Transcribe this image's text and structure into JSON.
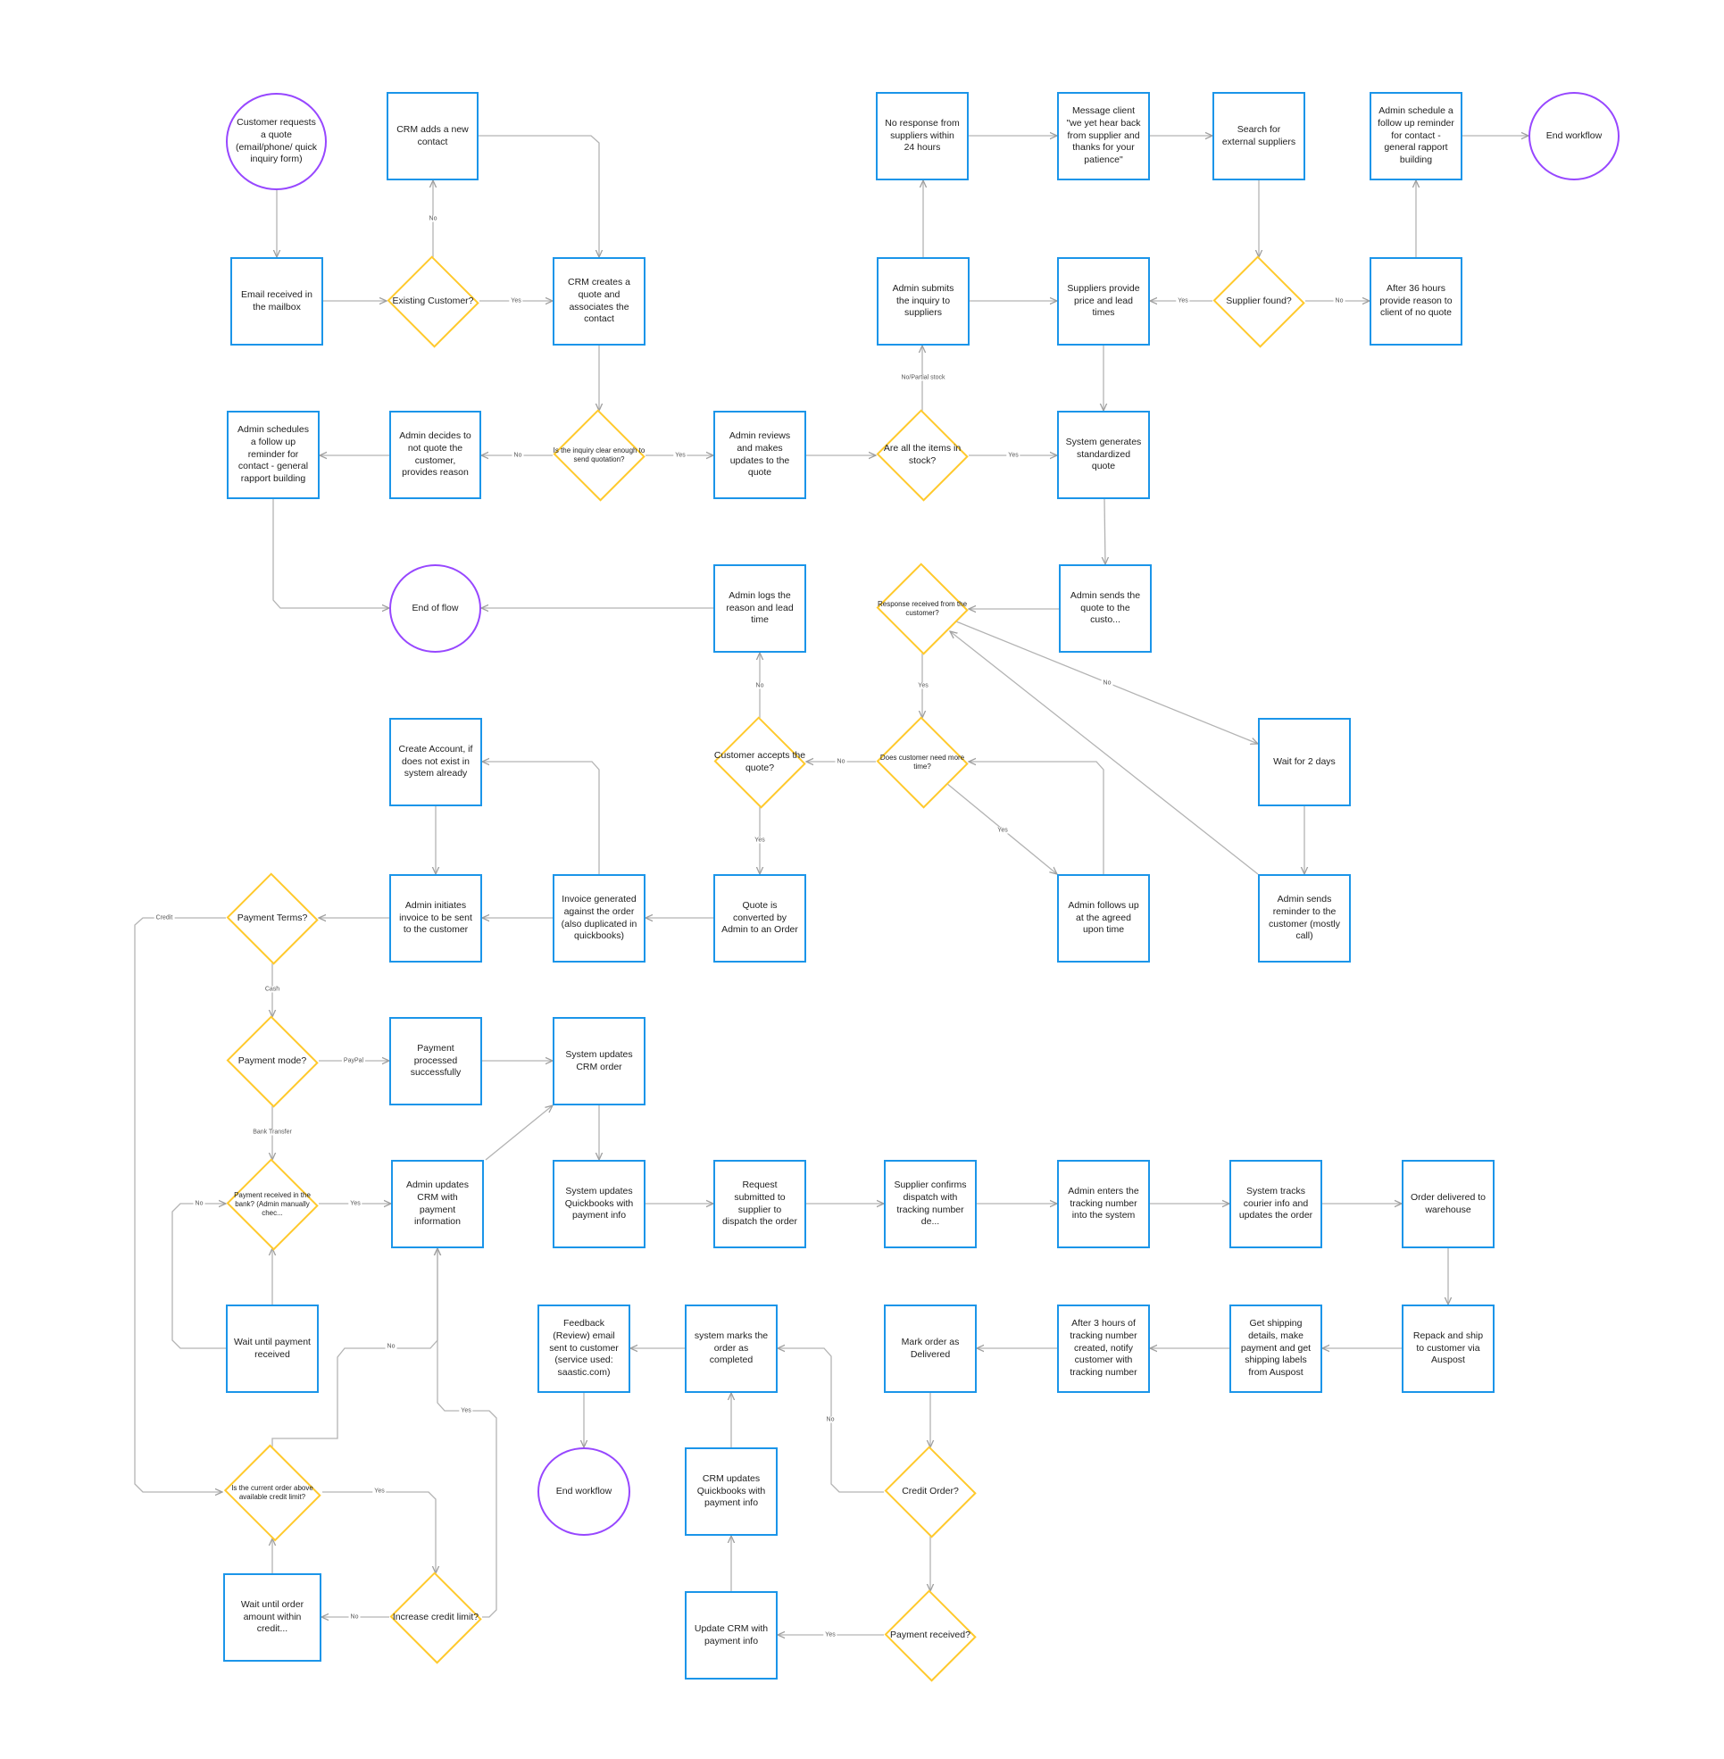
{
  "colors": {
    "process_border": "#1b95e9",
    "decision_border": "#ffc92c",
    "terminal_border": "#9747ff",
    "connector": "#b3b3b3"
  },
  "nodes": {
    "customer_requests_quote": "Customer requests a quote (email/phone/ quick inquiry form)",
    "crm_adds_contact": "CRM adds a new contact",
    "email_received": "Email received in the mailbox",
    "existing_customer": "Existing Customer?",
    "crm_creates_quote": "CRM creates a quote and associates the contact",
    "admin_schedules_reminder": "Admin schedules a follow up reminder for contact - general rapport building",
    "admin_decides_not_quote": "Admin decides to not quote the customer, provides reason",
    "inquiry_clear": "Is the inquiry clear enough to send quotation?",
    "admin_reviews_quote": "Admin reviews and makes updates to the quote",
    "items_in_stock": "Are all the items in stock?",
    "end_of_flow": "End of flow",
    "no_response_suppliers": "No response from suppliers within 24 hours",
    "message_client": "Message client \"we yet hear back from supplier and thanks for your patience\"",
    "search_external_suppliers": "Search for external suppliers",
    "admin_schedule_reminder_2": "Admin schedule a follow up reminder for contact - general rapport building",
    "end_workflow_top": "End workflow",
    "admin_submits_inquiry": "Admin submits the inquiry to suppliers",
    "suppliers_provide_price": "Suppliers provide price and lead times",
    "supplier_found": "Supplier found?",
    "after_36_hours": "After 36 hours provide reason to client of no quote",
    "system_generates_quote": "System generates standardized quote",
    "admin_logs_reason": "Admin logs the reason and lead time",
    "response_received": "Response received from the customer?",
    "admin_sends_quote": "Admin sends the quote to the custo...",
    "create_account": "Create Account, if does not exist in system already",
    "customer_accepts": "Customer accepts the quote?",
    "need_more_time": "Does customer need more time?",
    "wait_2_days": "Wait for 2 days",
    "payment_terms": "Payment Terms?",
    "admin_initiates_invoice": "Admin initiates invoice to be sent to the customer",
    "invoice_generated": "Invoice generated against the order (also duplicated in quickbooks)",
    "quote_converted": "Quote is converted by Admin to an Order",
    "admin_follows_up": "Admin follows up at the agreed upon time",
    "admin_sends_reminder": "Admin sends reminder to the customer (mostly call)",
    "payment_mode": "Payment mode?",
    "payment_processed": "Payment processed successfully",
    "system_updates_crm_order": "System updates CRM order",
    "payment_received_bank": "Payment received in the bank? (Admin manually chec...",
    "admin_updates_crm_payment": "Admin updates CRM with payment information",
    "system_updates_quickbooks": "System updates Quickbooks with payment info",
    "request_dispatch": "Request submitted to supplier to dispatch the order",
    "supplier_confirms_dispatch": "Supplier confirms dispatch with tracking number de...",
    "admin_enters_tracking": "Admin enters the tracking number into the system",
    "system_tracks_courier": "System tracks courier info and updates the order",
    "order_delivered_warehouse": "Order delivered to warehouse",
    "wait_until_payment": "Wait until payment received",
    "feedback_email": "Feedback (Review) email sent to customer (service used: saastic.com)",
    "system_marks_completed": "system marks the order as completed",
    "mark_delivered": "Mark order as Delivered",
    "after_3_hours": "After 3 hours of tracking number created, notify customer with tracking number",
    "get_shipping_details": "Get shipping details, make payment and get shipping labels from Auspost",
    "repack_ship": "Repack and ship to customer via Auspost",
    "order_above_credit": "Is the current order above available credit limit?",
    "end_workflow_bottom": "End workflow",
    "crm_updates_quickbooks": "CRM updates Quickbooks with payment info",
    "credit_order": "Credit Order?",
    "wait_until_credit": "Wait until order amount within credit...",
    "increase_credit_limit": "Increase credit limit?",
    "update_crm_payment": "Update CRM with payment info",
    "payment_received": "Payment received?"
  },
  "edge_labels": {
    "existing_no": "No",
    "existing_yes": "Yes",
    "inquiry_no": "No",
    "inquiry_yes": "Yes",
    "stock_no_partial": "No/Partial stock",
    "stock_yes": "Yes",
    "supplier_yes": "Yes",
    "supplier_no": "No",
    "response_yes": "Yes",
    "response_no": "No",
    "accepts_no": "No",
    "accepts_yes": "Yes",
    "more_time_no": "No",
    "more_time_yes": "Yes",
    "terms_credit": "Credit",
    "terms_cash": "Cash",
    "mode_paypal": "PayPal",
    "mode_bank_transfer": "Bank Transfer",
    "bank_no": "No",
    "bank_yes": "Yes",
    "credit_limit_no": "No",
    "credit_limit_yes": "Yes",
    "increase_yes": "Yes",
    "increase_no": "No",
    "credit_order_no": "No",
    "payment_yes": "Yes"
  }
}
